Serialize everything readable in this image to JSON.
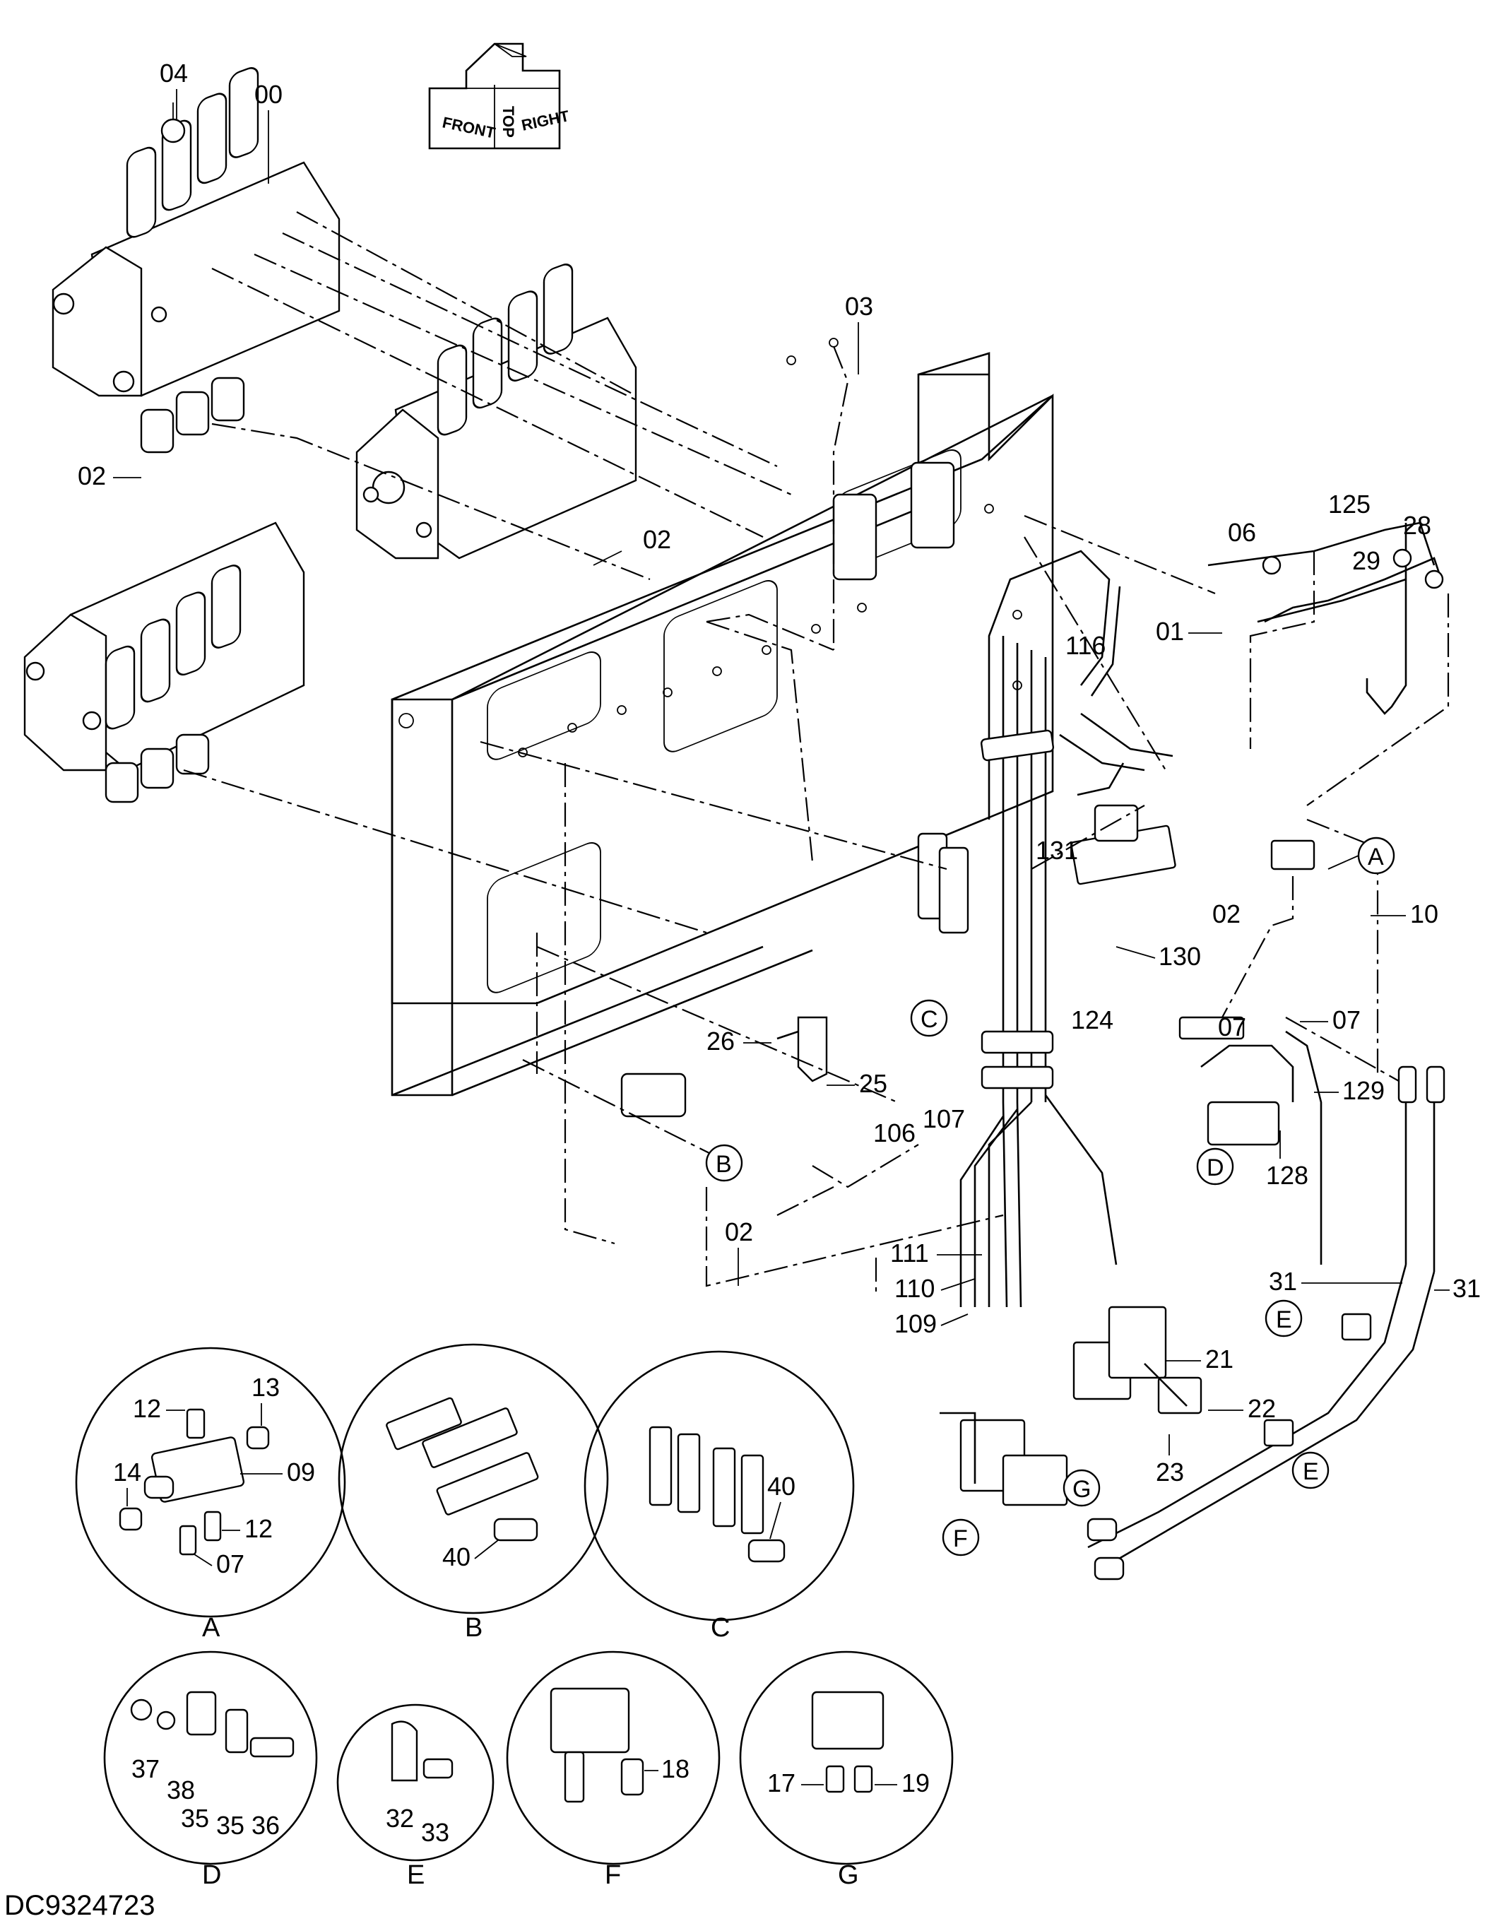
{
  "document_id": "DC9324723",
  "orientation_badge": {
    "top": "TOP",
    "front": "FRONT",
    "right": "RIGHT"
  },
  "callouts": {
    "c00": "00",
    "c01": "01",
    "c02a": "02",
    "c02b": "02",
    "c02c": "02",
    "c02d": "02",
    "c03": "03",
    "c04": "04",
    "c06": "06",
    "c07a": "07",
    "c07b": "07",
    "c10": "10",
    "c21": "21",
    "c22": "22",
    "c23": "23",
    "c25": "25",
    "c26": "26",
    "c28": "28",
    "c29": "29",
    "c31a": "31",
    "c31b": "31",
    "c106": "106",
    "c107": "107",
    "c109": "109",
    "c110": "110",
    "c111": "111",
    "c116": "116",
    "c124": "124",
    "c125": "125",
    "c128": "128",
    "c129": "129",
    "c130": "130",
    "c131": "131"
  },
  "bubbles": {
    "A": "A",
    "B": "B",
    "C": "C",
    "D": "D",
    "E1": "E",
    "E2": "E",
    "F": "F",
    "G": "G"
  },
  "details": {
    "A": {
      "letter": "A",
      "labels": [
        "12",
        "13",
        "09",
        "14",
        "12",
        "07"
      ]
    },
    "B": {
      "letter": "B",
      "labels": [
        "40"
      ]
    },
    "C": {
      "letter": "C",
      "labels": [
        "40"
      ]
    },
    "D": {
      "letter": "D",
      "labels": [
        "37",
        "38",
        "35",
        "35",
        "36"
      ]
    },
    "E": {
      "letter": "E",
      "labels": [
        "32",
        "33"
      ]
    },
    "F": {
      "letter": "F",
      "labels": [
        "18"
      ]
    },
    "G": {
      "letter": "G",
      "labels": [
        "17",
        "19"
      ]
    }
  }
}
